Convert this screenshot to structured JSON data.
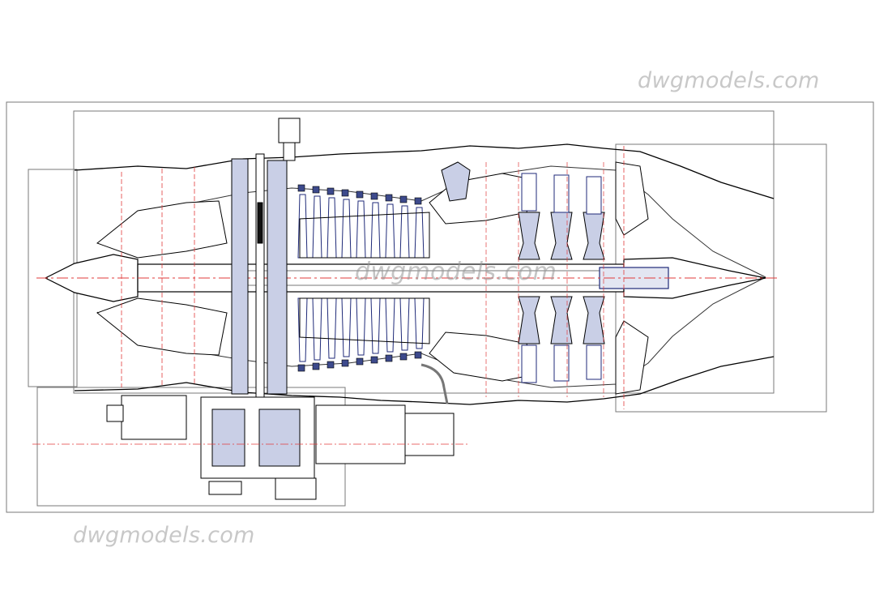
{
  "watermarks": {
    "top_right": "dwgmodels.com",
    "center": "dwgmodels.com",
    "bottom_left": "dwgmodels.com"
  },
  "colors": {
    "background": "#ffffff",
    "outline": "#000000",
    "fill_section": "#c9cfe6",
    "fill_dark": "#3d4a8c",
    "centerline": "#e23b3b",
    "blade": "#1f2a78",
    "frame": "#7a7a7a"
  }
}
